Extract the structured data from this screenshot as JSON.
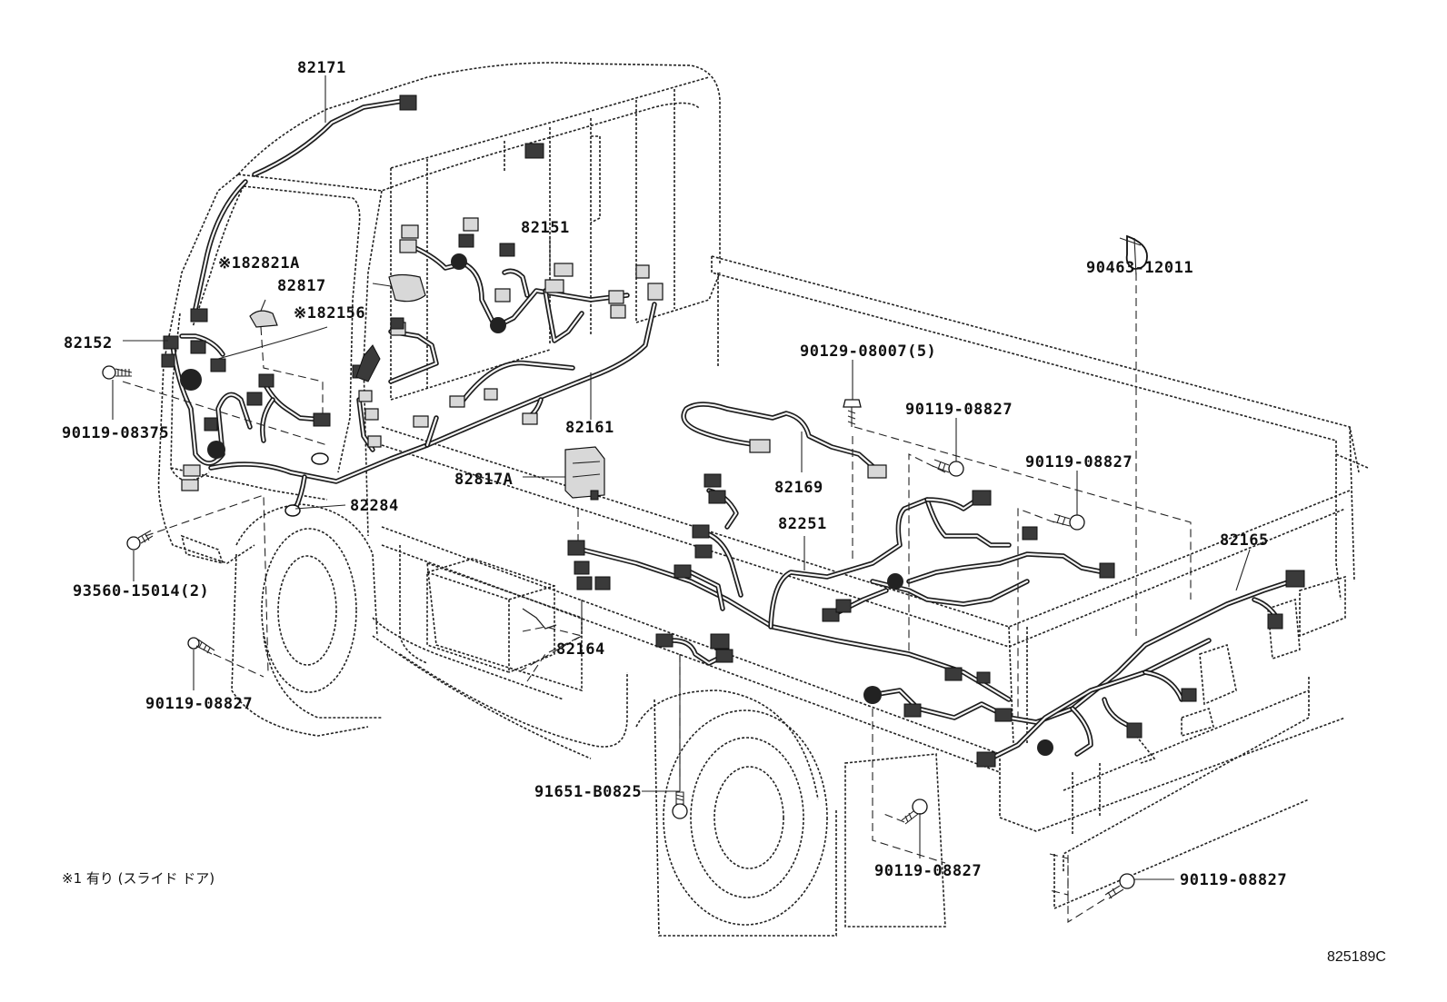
{
  "labels": {
    "p82171": "82171",
    "p82821a": "※182821A",
    "p82817": "82817",
    "p82156": "※182156",
    "p82152": "82152",
    "p90119_08375": "90119-08375",
    "p82151": "82151",
    "p82161": "82161",
    "p82817a": "82817A",
    "p82284": "82284",
    "p93560": "93560-15014(2)",
    "p90119_left": "90119-08827",
    "p82164": "82164",
    "p90129": "90129-08007(5)",
    "p90119_mid1": "90119-08827",
    "p90119_mid2": "90119-08827",
    "p82169": "82169",
    "p82251": "82251",
    "p82165": "82165",
    "p90463": "90463-12011",
    "p91651": "91651-B0825",
    "p90119_bottom": "90119-08827",
    "p90119_right": "90119-08827"
  },
  "note": "※1 有り (スライド ドア)",
  "diagram_code": "825189C"
}
